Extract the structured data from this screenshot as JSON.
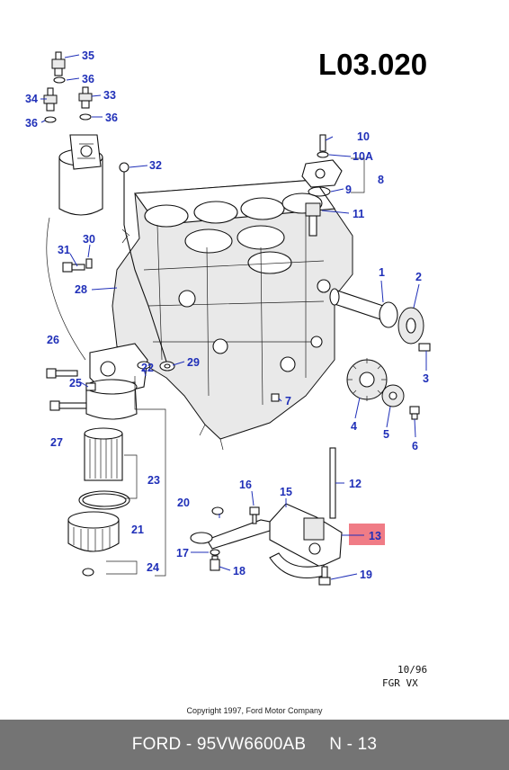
{
  "sheet_code": "L03.020",
  "date_code": "10/96",
  "model_code": "FGR VX",
  "copyright": "Copyright 1997, Ford Motor Company",
  "footer": {
    "part_number": "FORD - 95VW6600AB",
    "position": "N - 13"
  },
  "highlight_color": "#f07c86",
  "label_color": "#1f2fb8",
  "callouts": {
    "c1": "1",
    "c2": "2",
    "c3": "3",
    "c4": "4",
    "c5": "5",
    "c6": "6",
    "c7": "7",
    "c8": "8",
    "c9": "9",
    "c10": "10",
    "c10a": "10A",
    "c11": "11",
    "c12": "12",
    "c13": "13",
    "c15": "15",
    "c16": "16",
    "c17": "17",
    "c18": "18",
    "c19": "19",
    "c20": "20",
    "c21": "21",
    "c22": "22",
    "c23": "23",
    "c24": "24",
    "c25": "25",
    "c26": "26",
    "c27": "27",
    "c28": "28",
    "c29": "29",
    "c30": "30",
    "c31": "31",
    "c32": "32",
    "c33": "33",
    "c34": "34",
    "c35": "35",
    "c36a": "36",
    "c36b": "36",
    "c36c": "36"
  }
}
